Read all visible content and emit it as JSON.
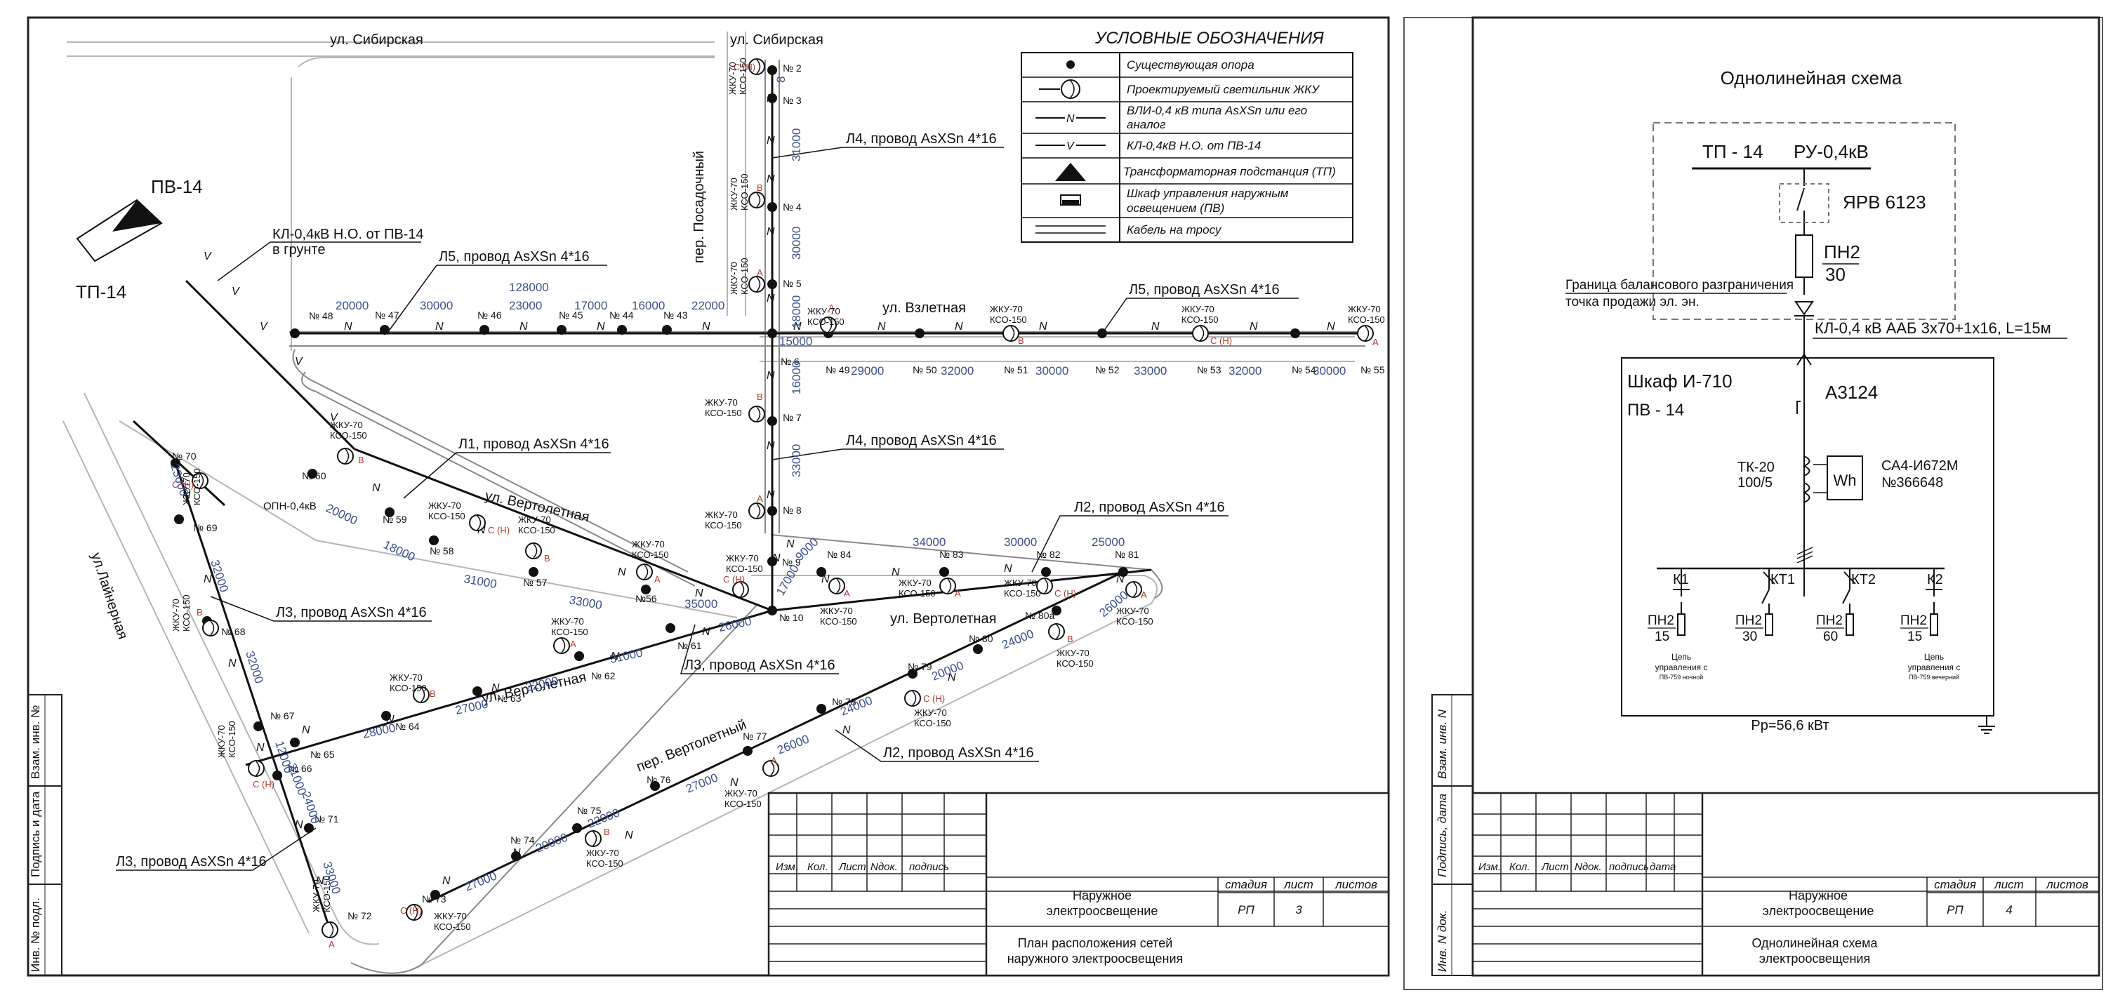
{
  "sheet1": {
    "streets": {
      "sibirskaya_top": "ул. Сибирская",
      "sibirskaya_right": "ул. Сибирская",
      "posadochny": "пер. Посадочный",
      "vzletnaya": "ул. Взлетная",
      "vertoletnaya_a": "ул. Вертолетная",
      "vertoletnaya_b": "ул. Вертолетная",
      "vertoletnaya_c": "ул. Вертолетная",
      "vertoletny_per": "пер. Вертолетный",
      "lainernaya": "ул.Лайнерная"
    },
    "pv14": "ПВ-14",
    "tp14": "ТП-14",
    "kl_from_pv14": "КЛ-0,4кВ Н.О. от ПВ-14",
    "kl_in_ground": "в грунте",
    "opn": "ОПН-0,4кВ",
    "lamp1": "ЖКУ-70",
    "lamp2": "КСО-150",
    "callouts": {
      "l5_left": "Л5, провод AsXSn 4*16",
      "l5_right": "Л5, провод AsXSn 4*16",
      "l4_top": "Л4, провод AsXSn 4*16",
      "l4_mid": "Л4, провод AsXSn 4*16",
      "l1": "Л1, провод AsXSn 4*16",
      "l2_right": "Л2, провод AsXSn 4*16",
      "l2_bottom": "Л2, провод AsXSn 4*16",
      "l3_mid": "Л3, провод AsXSn 4*16",
      "l3_left": "Л3, провод AsXSn 4*16",
      "l3_bottom": "Л3, провод AsXSn 4*16"
    },
    "legend": {
      "title": "УСЛОВНЫЕ ОБОЗНАЧЕНИЯ",
      "rows": [
        {
          "line1": "Существующая опора",
          "line2": ""
        },
        {
          "line1": "Проектируемый светильник ЖКУ",
          "line2": ""
        },
        {
          "line1": "ВЛИ-0,4 кВ типа AsXSn или его",
          "line2": "аналог"
        },
        {
          "line1": "КЛ-0,4кВ Н.О. от ПВ-14",
          "line2": ""
        },
        {
          "line1": "Трансформаторная подстанция (ТП)",
          "line2": ""
        },
        {
          "line1": "Шкаф управления наружным",
          "line2": "освещением (ПВ)"
        },
        {
          "line1": "Кабель на тросу",
          "line2": ""
        }
      ],
      "n_mark": "N",
      "v_mark": "V"
    },
    "poles": [
      {
        "label": "№ 2"
      },
      {
        "label": "№ 3"
      },
      {
        "label": "№ 4"
      },
      {
        "label": "№ 5"
      },
      {
        "label": "№ 6"
      },
      {
        "label": "№ 7"
      },
      {
        "label": "№ 8"
      },
      {
        "label": "№ 9"
      },
      {
        "label": "№ 10"
      },
      {
        "label": "№ 48"
      },
      {
        "label": "№ 47"
      },
      {
        "label": "№ 46"
      },
      {
        "label": "№ 45"
      },
      {
        "label": "№ 44"
      },
      {
        "label": "№ 43"
      },
      {
        "label": "№ 49"
      },
      {
        "label": "№ 50"
      },
      {
        "label": "№ 51"
      },
      {
        "label": "№ 52"
      },
      {
        "label": "№ 53"
      },
      {
        "label": "№ 54"
      },
      {
        "label": "№ 55"
      },
      {
        "label": "№ 60"
      },
      {
        "label": "№ 59"
      },
      {
        "label": "№ 58"
      },
      {
        "label": "№ 57"
      },
      {
        "label": "№56"
      },
      {
        "label": "№ 70"
      },
      {
        "label": "№ 69"
      },
      {
        "label": "№ 68"
      },
      {
        "label": "№ 67"
      },
      {
        "label": "№ 66"
      },
      {
        "label": "№ 65"
      },
      {
        "label": "№ 64"
      },
      {
        "label": "№ 63"
      },
      {
        "label": "№ 62"
      },
      {
        "label": "№ 61"
      },
      {
        "label": "№ 84"
      },
      {
        "label": "№ 83"
      },
      {
        "label": "№ 82"
      },
      {
        "label": "№ 81"
      },
      {
        "label": "№ 80а"
      },
      {
        "label": "№ 80"
      },
      {
        "label": "№ 79"
      },
      {
        "label": "№ 78"
      },
      {
        "label": "№ 77"
      },
      {
        "label": "№ 76"
      },
      {
        "label": "№ 75"
      },
      {
        "label": "№ 74"
      },
      {
        "label": "№ 73"
      },
      {
        "label": "№ 72"
      },
      {
        "label": "№ 71"
      }
    ],
    "phases": [
      "С (Н)",
      "В",
      "А"
    ],
    "spans": [
      "8",
      "31000",
      "30000",
      "18000",
      "15000",
      "16000",
      "33000",
      "9000",
      "17000",
      "20000",
      "30000",
      "23000",
      "17000",
      "16000",
      "22000",
      "128000",
      "29000",
      "32000",
      "30000",
      "33000",
      "32000",
      "30000",
      "20000",
      "18000",
      "31000",
      "33000",
      "35000",
      "26000",
      "31000",
      "22000",
      "27000",
      "28000",
      "23000",
      "32000",
      "32000",
      "21000",
      "24000",
      "33000",
      "34000",
      "30000",
      "25000",
      "26000",
      "24000",
      "20000",
      "24000",
      "26000",
      "27000",
      "22000",
      "20000",
      "27000",
      "12000"
    ],
    "title_block": {
      "headers": [
        "Изм.",
        "Кол.",
        "Лист",
        "Nдок.",
        "подпись"
      ],
      "project1": "Наружное",
      "project2": "электроосвещение",
      "stage_h": "стадия",
      "sheet_h": "лист",
      "sheets_h": "листов",
      "stage": "РП",
      "sheet": "3",
      "name1": "План расположения сетей",
      "name2": "наружного электроосвещения"
    },
    "side_stamp": [
      "Взам. инв. №",
      "Подпись и дата",
      "Инв. № подл."
    ]
  },
  "sheet2": {
    "title": "Однолинейная схема",
    "tp": "ТП - 14",
    "ru": "РУ-0,4кВ",
    "yarv": "ЯРВ 6123",
    "pn2_top": "ПН2",
    "pn2_top_val": "30",
    "boundary1": "Граница балансового разграничения",
    "boundary2": "точка продажи эл. эн.",
    "cable": "КЛ-0,4 кВ ААБ 3х70+1х16, L=15м",
    "cabinet": "Шкаф И-710",
    "pv": "ПВ - 14",
    "breaker": "А3124",
    "tk": "ТК-20",
    "tk_ratio": "100/5",
    "meter": "Wh",
    "meter_model": "СА4-И672М",
    "meter_num": "№366648",
    "branches": [
      {
        "name": "К1",
        "fuse": "ПН2",
        "val": "15",
        "note1": "Цепь",
        "note2": "управления с",
        "note3": "ПВ-759 ночной"
      },
      {
        "name": "КТ1",
        "fuse": "ПН2",
        "val": "30",
        "note1": "",
        "note2": "",
        "note3": ""
      },
      {
        "name": "КТ2",
        "fuse": "ПН2",
        "val": "60",
        "note1": "",
        "note2": "",
        "note3": ""
      },
      {
        "name": "К2",
        "fuse": "ПН2",
        "val": "15",
        "note1": "Цепь",
        "note2": "управления с",
        "note3": "ПВ-759 вечерний"
      }
    ],
    "power": "Рр=56,6 кВт",
    "title_block": {
      "headers": [
        "Изм.",
        "Кол.",
        "Лист",
        "Nдок.",
        "подпись",
        "дата"
      ],
      "project1": "Наружное",
      "project2": "электроосвещение",
      "stage_h": "стадия",
      "sheet_h": "лист",
      "sheets_h": "листов",
      "stage": "РП",
      "sheet": "4",
      "name1": "Однолинейная схема",
      "name2": "электроосвещения"
    },
    "side_stamp": [
      "Взам. инв. N",
      "Подпись, дата",
      "Инв. N док."
    ]
  }
}
